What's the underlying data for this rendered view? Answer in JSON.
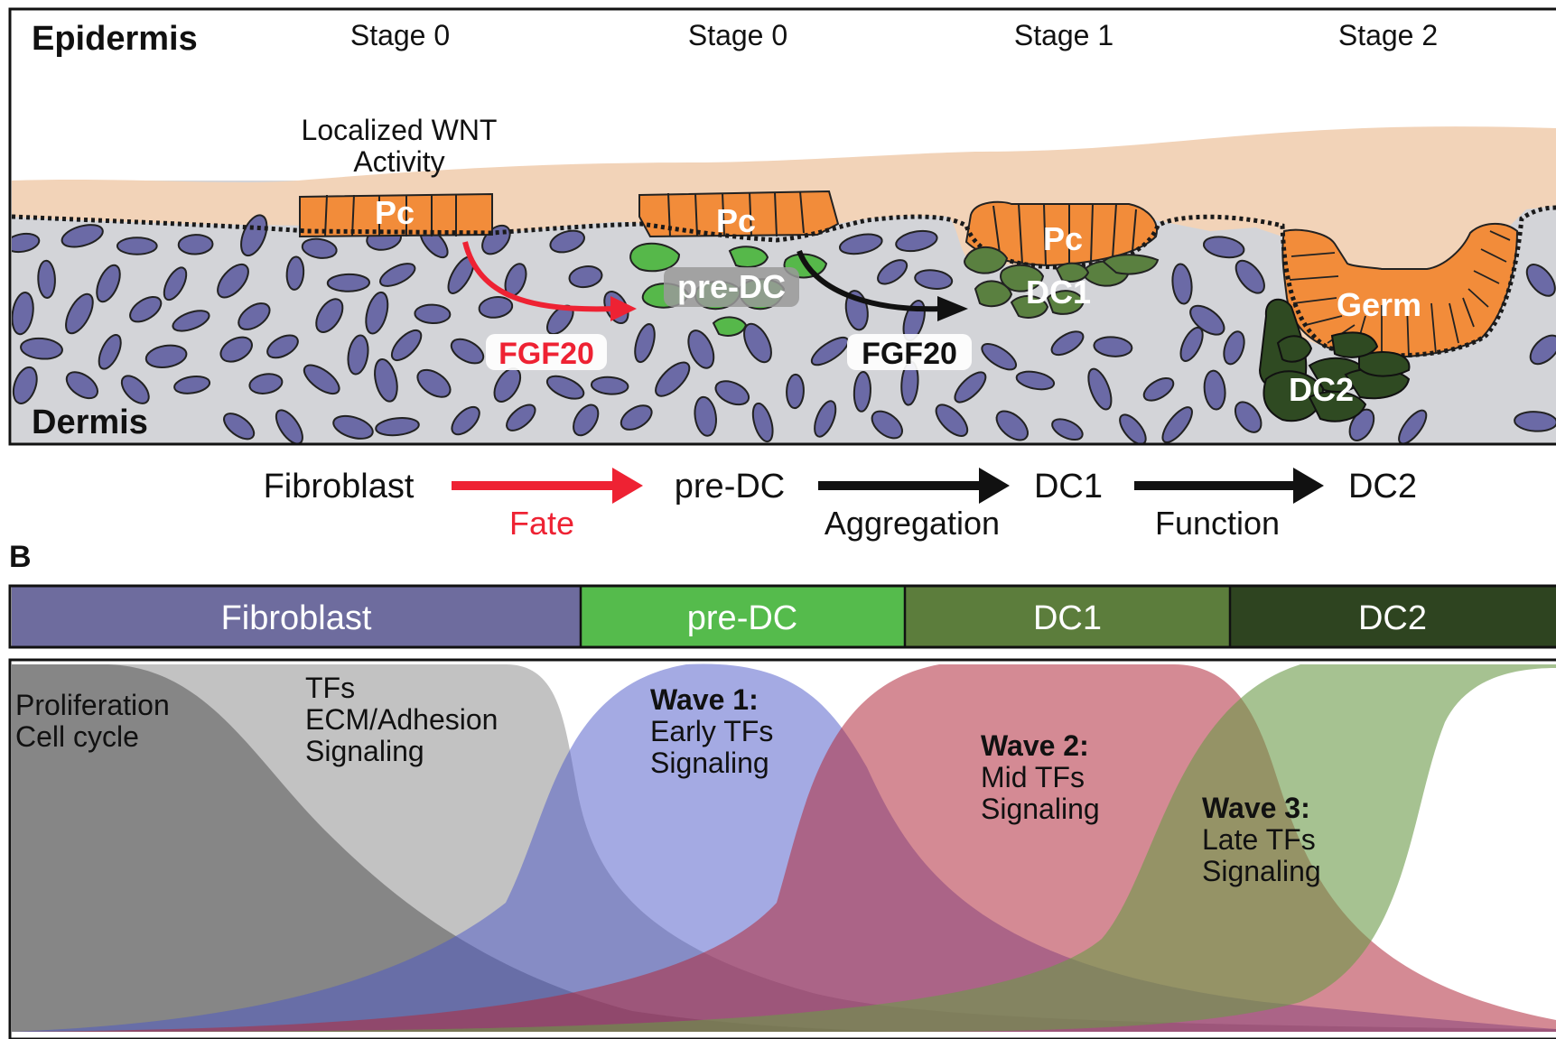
{
  "panel_a": {
    "epidermis_label": "Epidermis",
    "dermis_label": "Dermis",
    "stages": [
      "Stage 0",
      "Stage 0",
      "Stage 1",
      "Stage 2"
    ],
    "wnt_line1": "Localized WNT",
    "wnt_line2": "Activity",
    "placode_labels": [
      "Pc",
      "Pc",
      "Pc"
    ],
    "germ_label": "Germ",
    "predc_label": "pre-DC",
    "dc1_label": "DC1",
    "dc2_label": "DC2",
    "fgf20_red": "FGF20",
    "fgf20_black": "FGF20",
    "colors": {
      "epidermis": "#f2d3b8",
      "dermis": "#d3d4d8",
      "fibroblast": "#6b6aa6",
      "placode": "#f28c3a",
      "predc": "#56b84a",
      "dc1": "#5a8040",
      "dc2": "#2f4a22",
      "red_arrow": "#ee2233"
    }
  },
  "lineage": {
    "steps": [
      "Fibroblast",
      "pre-DC",
      "DC1",
      "DC2"
    ],
    "transitions": [
      "Fate",
      "Aggregation",
      "Function"
    ]
  },
  "panel_b": {
    "panel_label": "B",
    "bar_segments": [
      {
        "label": "Fibroblast",
        "color": "#6e6c9e"
      },
      {
        "label": "pre-DC",
        "color": "#55bb4c"
      },
      {
        "label": "DC1",
        "color": "#5c7d3c"
      },
      {
        "label": "DC2",
        "color": "#2e4420"
      }
    ],
    "prolif_line1": "Proliferation",
    "prolif_line2": "Cell cycle",
    "tfs_line1": "TFs",
    "tfs_line2": "ECM/Adhesion",
    "tfs_line3": "Signaling",
    "wave1_title": "Wave 1:",
    "wave1_line1": "Early TFs",
    "wave1_line2": "Signaling",
    "wave2_title": "Wave 2:",
    "wave2_line1": "Mid TFs",
    "wave2_line2": "Signaling",
    "wave3_title": "Wave 3:",
    "wave3_line1": "Late TFs",
    "wave3_line2": "Signaling"
  }
}
